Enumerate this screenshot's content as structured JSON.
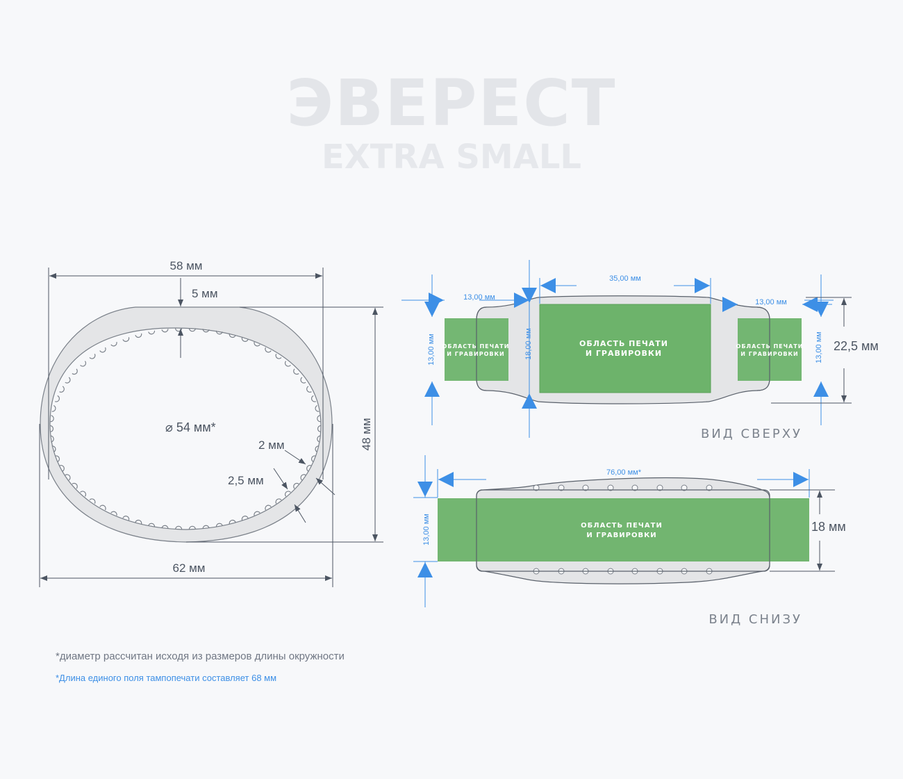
{
  "title": "ЭВЕРЕСТ",
  "subtitle": "EXTRA SMALL",
  "side_view": {
    "width_top": "58 мм",
    "width_bottom": "62 мм",
    "height": "48 мм",
    "tooth_height": "5 мм",
    "diameter": "⌀ 54 мм*",
    "wall_thickness": "2 мм",
    "wall_with_teeth": "2,5 мм"
  },
  "top_view": {
    "label": "ВИД СВЕРХУ",
    "dim_left_side": "13,00 мм",
    "dim_center": "35,00 мм",
    "dim_right_side": "13,00 мм",
    "dim_left_height": "13,00 мм",
    "dim_center_height": "18,00 мм",
    "dim_right_height": "13,00 мм",
    "total_height": "22,5 мм",
    "area_center_line1": "ОБЛАСТЬ ПЕЧАТИ",
    "area_center_line2": "И ГРАВИРОВКИ",
    "area_left_line1": "ОБЛАСТЬ ПЕЧАТИ",
    "area_left_line2": "И ГРАВИРОВКИ",
    "area_right_line1": "ОБЛАСТЬ ПЕЧАТИ",
    "area_right_line2": "И ГРАВИРОВКИ"
  },
  "bottom_view": {
    "label": "ВИД СНИЗУ",
    "dim_length": "76,00 мм*",
    "dim_height": "13,00 мм",
    "total_height": "18 мм",
    "area_line1": "ОБЛАСТЬ ПЕЧАТИ",
    "area_line2": "И ГРАВИРОВКИ"
  },
  "footnotes": {
    "diameter_note": "*диаметр рассчитан исходя из размеров длины окружности",
    "print_note": "*Длина единого поля тампопечати составляет 68 мм"
  },
  "colors": {
    "print_area": "#6db36b",
    "band": "#e4e5e7",
    "dimension_blue": "#3d8fe6",
    "dimension_dark": "#4c5562"
  }
}
